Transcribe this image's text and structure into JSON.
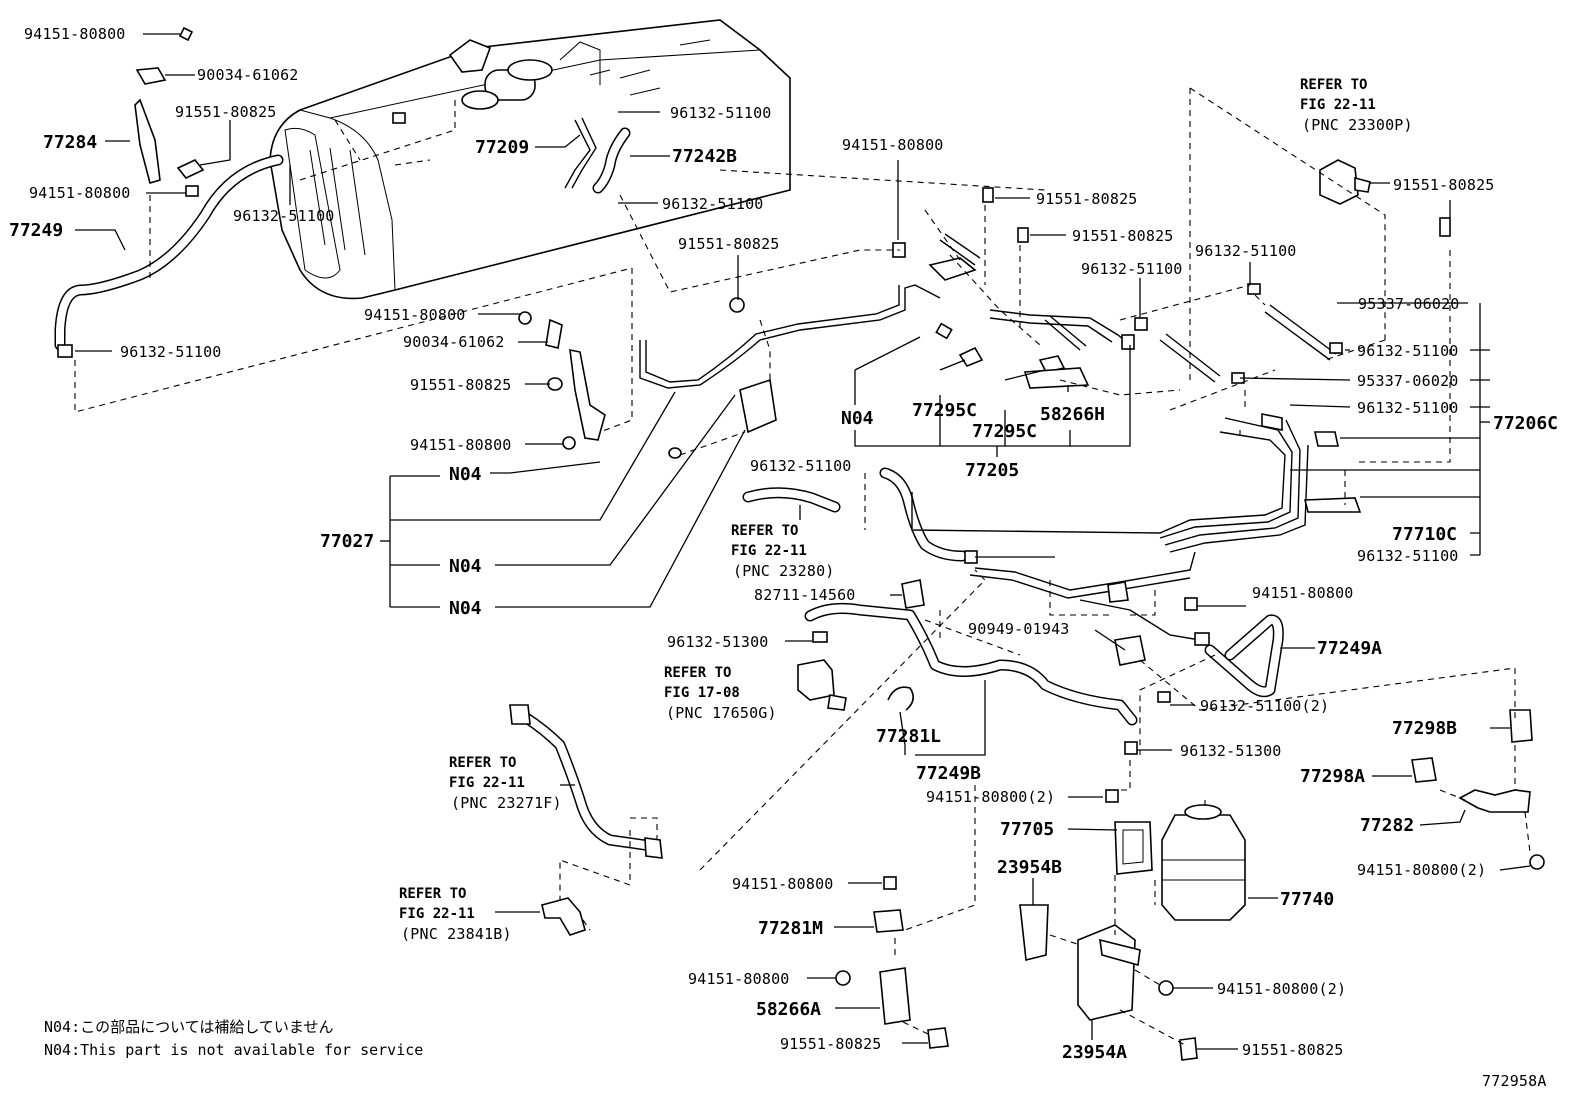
{
  "diagram_code": "772958A",
  "notes": {
    "jp": "N04:この部品については補給していません",
    "en": "N04:This part is not available for service"
  },
  "refer": {
    "fig2211_a": [
      "REFER TO",
      "FIG 22-11",
      "(PNC 23300P)"
    ],
    "fig2211_b": [
      "REFER TO",
      "FIG 22-11",
      "(PNC 23280)"
    ],
    "fig1708": [
      "REFER TO",
      "FIG 17-08",
      "(PNC 17650G)"
    ],
    "fig2211_c": [
      "REFER TO",
      "FIG 22-11",
      "(PNC 23271F)"
    ],
    "fig2211_d": [
      "REFER TO",
      "FIG 22-11",
      "(PNC 23841B)"
    ]
  },
  "labels": {
    "l01": "94151-80800",
    "l02": "90034-61062",
    "l03": "91551-80825",
    "l04": "77284",
    "l05": "94151-80800",
    "l06": "96132-51100",
    "l07": "77249",
    "l08": "96132-51100",
    "l09": "77209",
    "l10": "96132-51100",
    "l11": "77242B",
    "l12": "96132-51100",
    "l13": "91551-80825",
    "l14": "94151-80800",
    "l15": "90034-61062",
    "l16": "91551-80825",
    "l17": "94151-80800",
    "l18": "N04",
    "l19": "77027",
    "l20": "N04",
    "l21": "N04",
    "l22": "94151-80800",
    "l23": "91551-80825",
    "l24": "91551-80825",
    "l25": "N04",
    "l26": "77295C",
    "l27": "77295C",
    "l28": "58266H",
    "l29": "77205",
    "l30": "96132-51100",
    "l31": "96132-51100",
    "l32": "91551-80825",
    "l33": "95337-06020",
    "l34": "96132-51100",
    "l35": "95337-06020",
    "l36": "96132-51100",
    "l37": "77206C",
    "l38": "77710C",
    "l39": "96132-51100",
    "l40": "96132-51100",
    "l41": "82711-14560",
    "l42": "96132-51300",
    "l43": "94151-80800",
    "l44": "90949-01943",
    "l45": "77249A",
    "l46": "96132-51100(2)",
    "l47": "77298B",
    "l48": "77298A",
    "l49": "77282",
    "l50": "94151-80800(2)",
    "l51": "77281L",
    "l52": "77249B",
    "l53": "96132-51300",
    "l54": "94151-80800(2)",
    "l55": "77705",
    "l56": "23954B",
    "l57": "77740",
    "l58": "94151-80800",
    "l59": "77281M",
    "l60": "94151-80800",
    "l61": "58266A",
    "l62": "91551-80825",
    "l63": "94151-80800(2)",
    "l64": "23954A",
    "l65": "91551-80825"
  }
}
